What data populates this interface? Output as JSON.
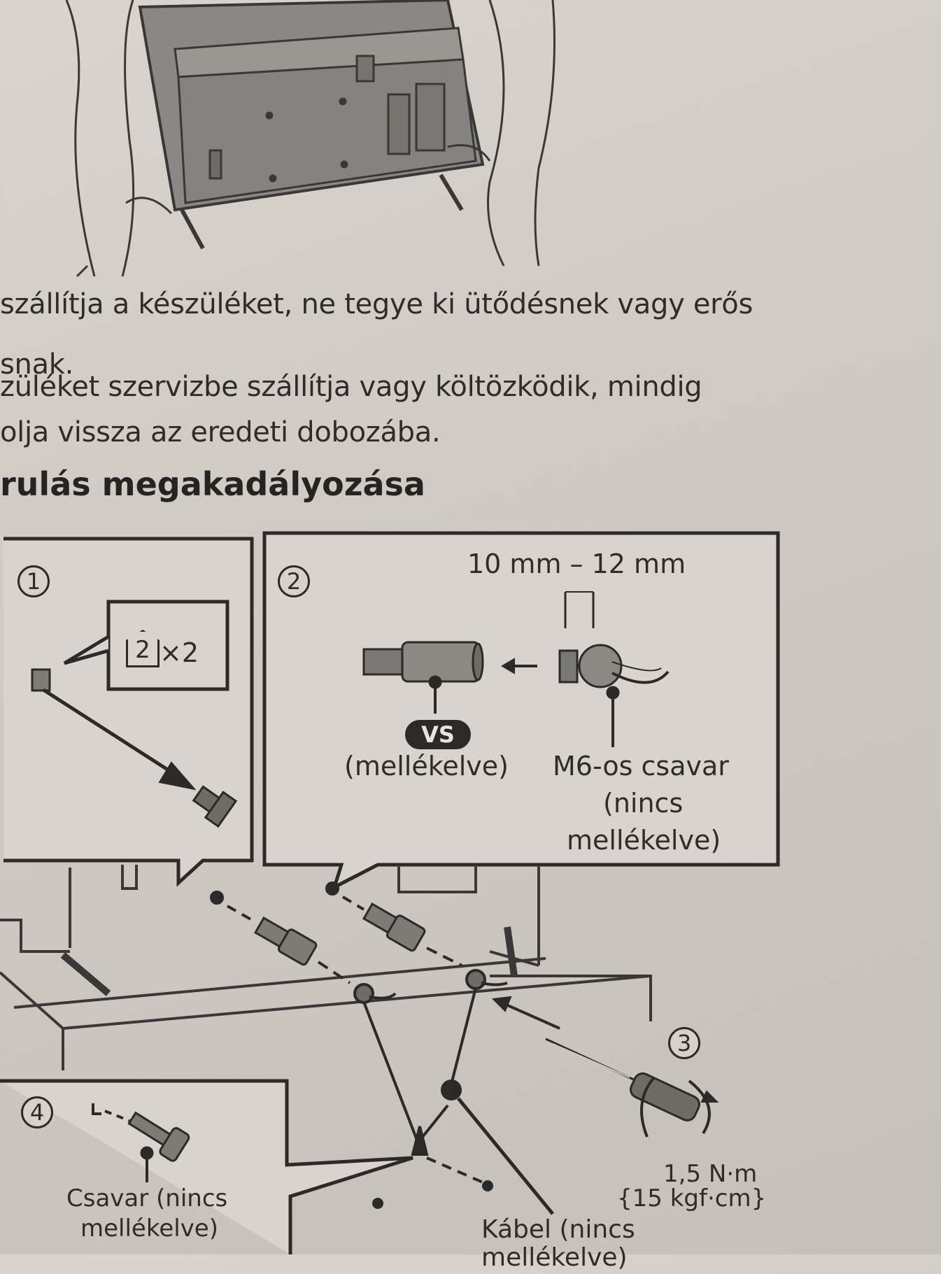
{
  "text_lines": [
    "szállítja a készüléket, ne tegye ki ütődésnek vagy erős",
    "snak.",
    "züléket szervizbe szállítja vagy költözködik, mindig",
    "olja vissza az eredeti dobozába."
  ],
  "heading": "rulás megakadályozása",
  "figure": {
    "step1": {
      "number": "1",
      "part_badge": "2",
      "quantity": "×2"
    },
    "step2": {
      "number": "2",
      "dimension": "10 mm – 12 mm",
      "vs_badge": "VS",
      "included_label": "(mellékelve)",
      "screw_line1": "M6-os csavar",
      "screw_line2": "(nincs",
      "screw_line3": "mellékelve)"
    },
    "step3": {
      "number": "3",
      "torque_line1": "1,5 N·m",
      "torque_line2": "{15 kgf·cm}"
    },
    "step4": {
      "number": "4",
      "screw_line1": "Csavar (nincs",
      "screw_line2": "mellékelve)"
    },
    "cable_label": "Kábel (nincs",
    "cable_label_line2": "mellékelve)"
  }
}
